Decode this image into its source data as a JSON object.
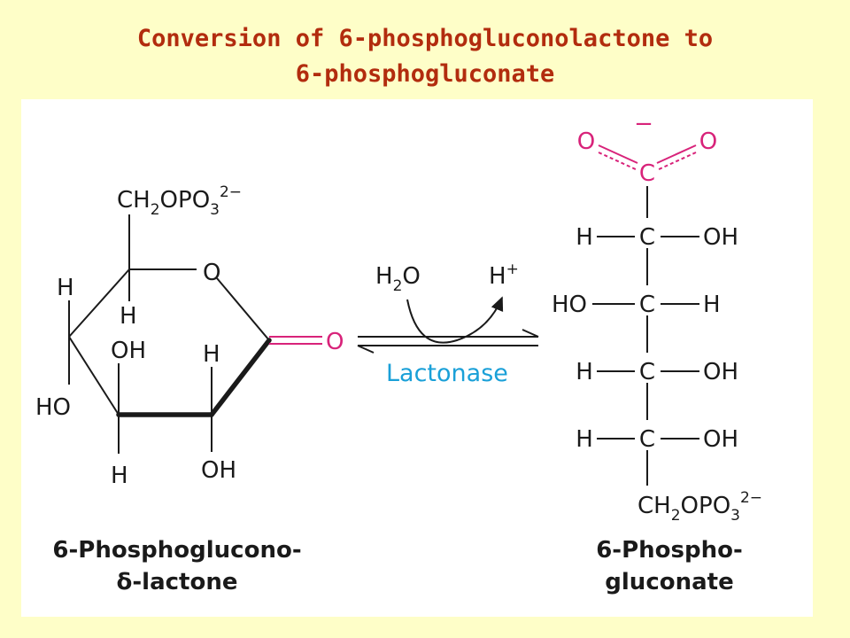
{
  "title": {
    "line1": "Conversion of 6-phosphogluconolactone to",
    "line2": "6-phosphogluconate"
  },
  "colors": {
    "background": "#fefec8",
    "title": "#b22c0e",
    "carbonyl": "#d8237a",
    "enzyme": "#1aa0d8"
  },
  "lactone": {
    "ch2opo3": "CH",
    "ch2opo3_sub2": "2",
    "ch2opo3_rest": "OPO",
    "ch2opo3_sub3": "3",
    "ch2opo3_charge": "2−",
    "ring_o": "O",
    "h_c5": "H",
    "h_left": "H",
    "ho_left": "HO",
    "oh_c3": "OH",
    "h_c3_bottom": "H",
    "h_c2": "H",
    "oh_c2_bottom": "OH",
    "carbonyl_o": "O",
    "name_line1": "6-Phosphoglucono-",
    "name_delta": "δ",
    "name_line2": "-lactone"
  },
  "reaction": {
    "water": "H",
    "water_sub": "2",
    "water_o": "O",
    "proton": "H",
    "proton_charge": "+",
    "enzyme": "Lactonase"
  },
  "gluconate": {
    "o_left": "O",
    "o_right": "O",
    "charge": "−",
    "c1": "C",
    "row2": {
      "left": "H",
      "center": "C",
      "right": "OH"
    },
    "row3": {
      "left": "HO",
      "center": "C",
      "right": "H"
    },
    "row4": {
      "left": "H",
      "center": "C",
      "right": "OH"
    },
    "row5": {
      "left": "H",
      "center": "C",
      "right": "OH"
    },
    "ch2opo3": "CH",
    "ch2opo3_sub2": "2",
    "ch2opo3_rest": "OPO",
    "ch2opo3_sub3": "3",
    "ch2opo3_charge": "2−",
    "name_line1": "6-Phospho-",
    "name_line2": "gluconate"
  }
}
